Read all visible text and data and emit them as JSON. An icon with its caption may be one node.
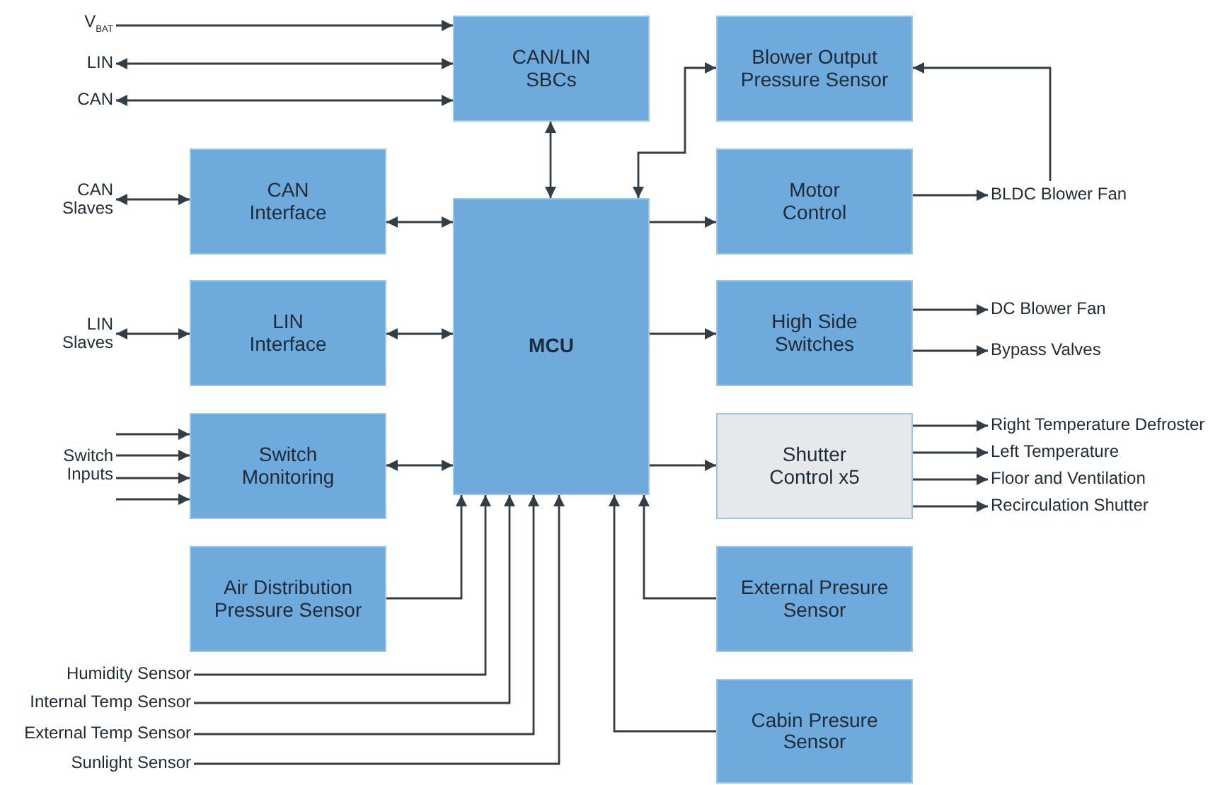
{
  "diagram": {
    "nodes": [
      {
        "text": [
          "V$_{BAT}$"
        ]
      },
      {
        "text": [
          "LIN"
        ]
      },
      {
        "text": [
          "CAN"
        ]
      },
      {
        "text": [
          "CAN/LIN SBCs"
        ]
      },
      {
        "text": [
          "Blower Output Pressure Sensor"
        ]
      },
      {
        "text": [
          "CAN Slaves"
        ]
      },
      {
        "text": [
          "CAN Interface"
        ]
      },
      {
        "text": [
          "MCU"
        ]
      },
      {
        "text": [
          "Motor Control"
        ]
      },
      {
        "text": [
          "BLDC Blower Fan"
        ]
      },
      {
        "text": [
          "LIN Slaves"
        ]
      },
      {
        "text": [
          "LIN Interface"
        ]
      },
      {
        "text": [
          "High Side Switches"
        ]
      },
      {
        "text": [
          "DC Blower Fan"
        ]
      },
      {
        "text": [
          "Bypass Valves"
        ]
      },
      {
        "text": [
          "Switch Inputs"
        ]
      },
      {
        "text": [
          "Switch Monitoring"
        ]
      },
      {
        "text": [
          "Shutter Control x5"
        ]
      },
      {
        "text": [
          "Right Temperature Defroster"
        ]
      },
      {
        "text": [
          "Left Temperature"
        ]
      },
      {
        "text": [
          "Floor and Ventilation"
        ]
      },
      {
        "text": [
          "Recirculation Shutter"
        ]
      },
      {
        "text": [
          "Air Distribution Pressure Sensor"
        ]
      },
      {
        "text": [
          "External Presure Sensor"
        ]
      },
      {
        "text": [
          "Humidity Sensor"
        ]
      },
      {
        "text": [
          "Internal Temp Sensor"
        ]
      },
      {
        "text": [
          "External Temp Sensor"
        ]
      },
      {
        "text": [
          "Sunlight Sensor"
        ]
      },
      {
        "text": [
          "Cabin Presure Sensor"
        ]
      }
    ],
    "edges": [
      {
        "from": 0,
        "to": 3,
        "arrow": "to"
      },
      {
        "from": 1,
        "to": 3,
        "arrow": "both"
      },
      {
        "from": 2,
        "to": 3,
        "arrow": "both"
      },
      {
        "from": 3,
        "to": 7,
        "arrow": "both"
      },
      {
        "from": 7,
        "to": 4,
        "arrow": "both"
      },
      {
        "from": 5,
        "to": 6,
        "arrow": "both"
      },
      {
        "from": 6,
        "to": 7,
        "arrow": "both"
      },
      {
        "from": 7,
        "to": 8,
        "arrow": "to"
      },
      {
        "from": 8,
        "to": 9,
        "arrow": "to"
      },
      {
        "from": 9,
        "to": 4,
        "arrow": "to"
      },
      {
        "from": 10,
        "to": 11,
        "arrow": "both"
      },
      {
        "from": 11,
        "to": 7,
        "arrow": "both"
      },
      {
        "from": 7,
        "to": 12,
        "arrow": "to"
      },
      {
        "from": 12,
        "to": 13,
        "arrow": "to"
      },
      {
        "from": 12,
        "to": 14,
        "arrow": "to"
      },
      {
        "from": 15,
        "to": 16,
        "arrow": "to"
      },
      {
        "from": 15,
        "to": 16,
        "arrow": "to"
      },
      {
        "from": 15,
        "to": 16,
        "arrow": "to"
      },
      {
        "from": 15,
        "to": 16,
        "arrow": "to"
      },
      {
        "from": 16,
        "to": 7,
        "arrow": "both"
      },
      {
        "from": 7,
        "to": 17,
        "arrow": "to"
      },
      {
        "from": 17,
        "to": 18,
        "arrow": "to"
      },
      {
        "from": 17,
        "to": 19,
        "arrow": "to"
      },
      {
        "from": 17,
        "to": 20,
        "arrow": "to"
      },
      {
        "from": 17,
        "to": 21,
        "arrow": "to"
      },
      {
        "from": 22,
        "to": 7,
        "arrow": "to"
      },
      {
        "from": 24,
        "to": 7,
        "arrow": "to"
      },
      {
        "from": 25,
        "to": 7,
        "arrow": "to"
      },
      {
        "from": 26,
        "to": 7,
        "arrow": "to"
      },
      {
        "from": 27,
        "to": 7,
        "arrow": "to"
      },
      {
        "from": 23,
        "to": 7,
        "arrow": "to"
      },
      {
        "from": 28,
        "to": 7,
        "arrow": "to"
      }
    ]
  }
}
